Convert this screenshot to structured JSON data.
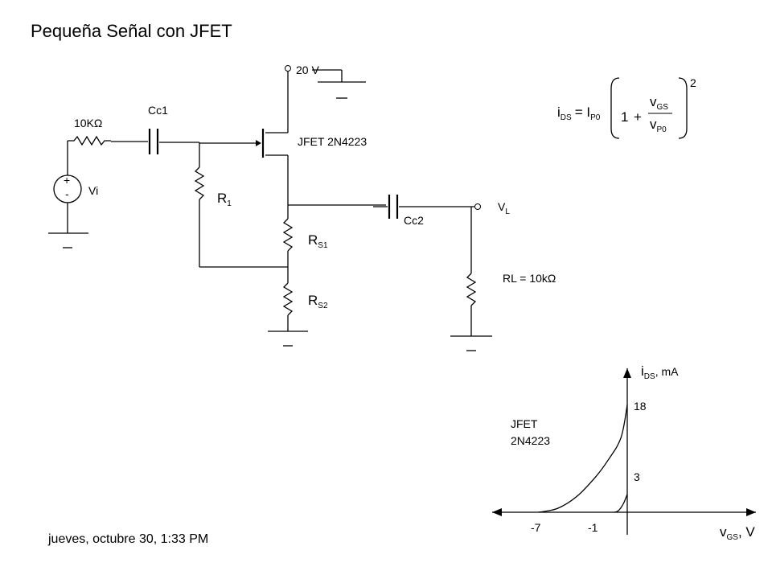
{
  "title": "Pequeña Señal con JFET",
  "footer_date": "jueves, octubre 30, 1:33 PM",
  "circuit": {
    "supply": "20 V",
    "source_resistor": "10KΩ",
    "source_label": "Vi",
    "source_plus": "+",
    "source_minus": "-",
    "cc1": "Cc1",
    "cc2": "Cc2",
    "jfet": "JFET 2N4223",
    "r1": {
      "main": "R",
      "sub": "1"
    },
    "rs1": {
      "main": "R",
      "sub": "S1"
    },
    "rs2": {
      "main": "R",
      "sub": "S2"
    },
    "vl": {
      "main": "V",
      "sub": "L"
    },
    "rl": "RL = 10kΩ"
  },
  "equation": {
    "lhs_main": "i",
    "lhs_sub": "DS",
    "equals": "= I",
    "ip_sub": "P0",
    "one": "1",
    "plus": "+",
    "num_main": "v",
    "num_sub": "GS",
    "den_main": "v",
    "den_sub": "P0",
    "exponent": "2"
  },
  "graph": {
    "y_label_main": "i",
    "y_label_sub": "DS",
    "y_label_unit": ", mA",
    "x_label_main": "v",
    "x_label_sub": "GS",
    "x_label_unit": ", V",
    "device_line1": "JFET",
    "device_line2": "2N4223"
  },
  "chart_data": {
    "type": "line",
    "series": [
      {
        "x": [
          -7,
          -5.5,
          -4,
          -2.5,
          -1.5,
          -0.5,
          0
        ],
        "y": [
          0,
          0.66,
          2.65,
          5.96,
          8.82,
          12.49,
          18
        ]
      },
      {
        "x": [
          -1,
          -0.75,
          -0.5,
          -0.25,
          0
        ],
        "y": [
          0,
          0.19,
          0.75,
          1.69,
          3
        ]
      }
    ],
    "x_ticks": [
      "-7",
      "-1"
    ],
    "y_ticks": [
      "18",
      "3"
    ]
  }
}
